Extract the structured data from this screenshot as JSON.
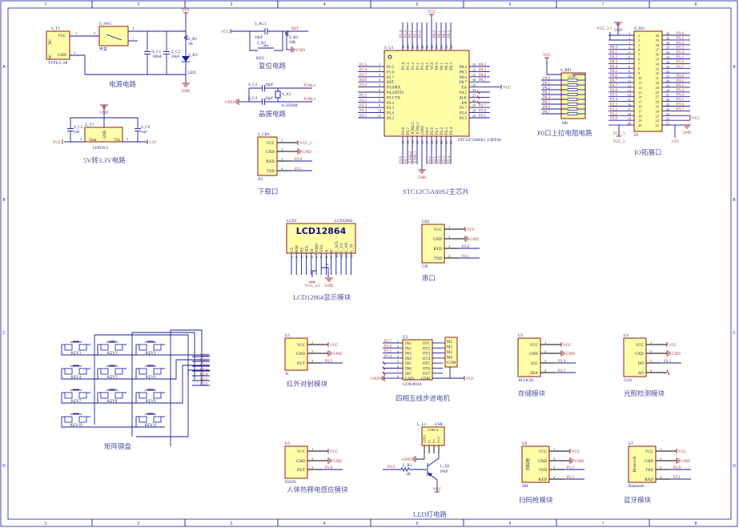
{
  "colors": {
    "wire": "#1a1a9c",
    "pin_wire": "#000000",
    "part_border": "#8b1a1a",
    "part_fill": "#ffffa8",
    "net": "#a03030",
    "title": "#5050a0"
  },
  "frame": {
    "columns": [
      "1",
      "2",
      "3",
      "4",
      "5",
      "6",
      "7",
      "8"
    ],
    "rows": [
      "A",
      "B",
      "C",
      "D"
    ]
  },
  "power": {
    "title": "电源电路",
    "usb_ref": "S_T1",
    "usb_part": "TYPE-C-2P",
    "usb_pins": [
      "NC",
      "NC",
      "VCC",
      "GND"
    ],
    "sw_ref": "S_SW1",
    "sw_part": "开关",
    "nums": [
      "1",
      "2",
      "3",
      "1",
      "2"
    ],
    "c1_ref": "S_C1",
    "c1_val": "100uF",
    "c2_ref": "S_C2",
    "c2_val": "10uF",
    "r1_ref": "S_R1",
    "r1_val": "1K",
    "d1_ref": "S_D1",
    "d1_val": "LED",
    "vcc": "VCC",
    "gnd": "GND"
  },
  "ldo": {
    "title": "5V转3.3V电路",
    "ref": "S_Y1",
    "part": "LDO3V3",
    "pins": [
      "Vout",
      "GND",
      "Vin"
    ],
    "nums": [
      "2",
      "1",
      "3"
    ],
    "c5_ref": "S_C5",
    "c5_val": "1uF",
    "c6_ref": "S_C6",
    "c6_val": "1uF",
    "vcc": "VCC",
    "gnd": "GND",
    "out": "3.3V"
  },
  "reset": {
    "title": "复位电路",
    "c_ref": "S_RC1",
    "c_val": "10uF",
    "k_ref": "S_K1",
    "k_val": "KEY",
    "r_ref": "S_R2",
    "r_val": "10K",
    "rst": "RST",
    "vcc": "VCC",
    "gnd": "GND"
  },
  "crystal": {
    "title": "晶振电路",
    "c3_ref": "S_C3",
    "c3_val": "30pF",
    "c4_ref": "S_C4",
    "c4_val": "30pF",
    "x_ref": "S_X1",
    "x_val": "11.0592M",
    "xtal2": "XTAL2",
    "xtal1": "XTAL1",
    "gnd": "GND"
  },
  "download": {
    "title": "下载口",
    "ref": "S_CH1",
    "part": "X2",
    "pins": [
      {
        "name": "VCC",
        "num": "1",
        "net": "VCC_5"
      },
      {
        "name": "GND",
        "num": "2",
        "net": "GND"
      },
      {
        "name": "RXD",
        "num": "3",
        "net": "P3.0"
      },
      {
        "name": "TXD",
        "num": "4",
        "net": "P3.1"
      }
    ]
  },
  "mcu": {
    "title": "STC12C5A60S2主芯片",
    "ref": "S_U1",
    "part": "STC12C5A60S2_LQFP44",
    "vcc": "VCC",
    "gnd": "GND",
    "left": [
      {
        "name": "P1.5",
        "num": "1",
        "net": "P1.5"
      },
      {
        "name": "P1.6",
        "num": "2",
        "net": "P1.6"
      },
      {
        "name": "P1.7",
        "num": "3",
        "net": "P1.7"
      },
      {
        "name": "RST",
        "num": "4",
        "net": "RST"
      },
      {
        "name": "P3.0/RX",
        "num": "5",
        "net": "P3.0"
      },
      {
        "name": "P4.3/INT2",
        "num": "6",
        "net": ""
      },
      {
        "name": "P3.1/TX",
        "num": "7",
        "net": "P3.1"
      },
      {
        "name": "P3.2",
        "num": "8",
        "net": "P3.2"
      },
      {
        "name": "P3.3",
        "num": "9",
        "net": "P3.3"
      },
      {
        "name": "P3.4",
        "num": "10",
        "net": "P3.4"
      },
      {
        "name": "P3.5",
        "num": "11",
        "net": "P3.5"
      }
    ],
    "right": [
      {
        "name": "P0.4",
        "num": "33",
        "net": "P0.4"
      },
      {
        "name": "P0.5",
        "num": "32",
        "net": "P0.5"
      },
      {
        "name": "P0.6",
        "num": "31",
        "net": "P0.6"
      },
      {
        "name": "P0.7",
        "num": "30",
        "net": "P0.7"
      },
      {
        "name": "EA",
        "num": "29",
        "net": "VCC"
      },
      {
        "name": "P4.1",
        "num": "28",
        "net": ""
      },
      {
        "name": "ALE",
        "num": "27",
        "net": ""
      },
      {
        "name": "EN",
        "num": "26",
        "net": ""
      },
      {
        "name": "P2.7",
        "num": "25",
        "net": "P2.7"
      },
      {
        "name": "P2.6",
        "num": "24",
        "net": "P2.6"
      },
      {
        "name": "P2.5",
        "num": "23",
        "net": "P2.5"
      }
    ],
    "top": [
      {
        "name": "P1.4",
        "num": "44",
        "net": "P1.4"
      },
      {
        "name": "P1.3",
        "num": "43",
        "net": "P1.3"
      },
      {
        "name": "P1.2",
        "num": "42",
        "net": "P1.2"
      },
      {
        "name": "P1.1",
        "num": "41",
        "net": "P1.1"
      },
      {
        "name": "P1.0",
        "num": "40",
        "net": "P1.0"
      },
      {
        "name": "P4.2",
        "num": "39",
        "net": ""
      },
      {
        "name": "VCC",
        "num": "38",
        "net": "VCC"
      },
      {
        "name": "P0.0",
        "num": "37",
        "net": "P0.0"
      },
      {
        "name": "P0.1",
        "num": "36",
        "net": "P0.1"
      },
      {
        "name": "P0.2",
        "num": "35",
        "net": "P0.2"
      },
      {
        "name": "P0.3",
        "num": "34",
        "net": "P0.3"
      }
    ],
    "bottom": [
      {
        "name": "P3.6",
        "num": "12",
        "net": "P3.6"
      },
      {
        "name": "P3.7",
        "num": "13",
        "net": "P3.7"
      },
      {
        "name": "XTAL2",
        "num": "14",
        "net": "XTAL2"
      },
      {
        "name": "XTAL1",
        "num": "15",
        "net": "XTAL1"
      },
      {
        "name": "GND",
        "num": "16",
        "net": "GND"
      },
      {
        "name": "P4.0",
        "num": "17",
        "net": ""
      },
      {
        "name": "P2.0",
        "num": "18",
        "net": "P2.0"
      },
      {
        "name": "P2.1",
        "num": "19",
        "net": "P2.1"
      },
      {
        "name": "P2.2",
        "num": "20",
        "net": "P2.2"
      },
      {
        "name": "P2.3",
        "num": "21",
        "net": "P2.3"
      },
      {
        "name": "P2.4",
        "num": "22",
        "net": "P2.4"
      }
    ]
  },
  "pullup": {
    "title": "P0口上拉电阻电路",
    "ref": "S_RP1",
    "part": "10K",
    "com": "Com",
    "vcc": "VCC",
    "nets": [
      "P0.0",
      "P0.1",
      "P0.2",
      "P0.3",
      "P0.4",
      "P0.5",
      "P0.6",
      "P0.7"
    ]
  },
  "io": {
    "title": "IO拓展口",
    "ref": "S_JD1",
    "part": "IO",
    "gnd": "GND",
    "vcc33": "VCC_3.3",
    "vcc5": "VCC_5",
    "vcc": "VCC",
    "out33": "3.3V",
    "left_nums": [
      "1",
      "2",
      "3",
      "4",
      "5",
      "6",
      "7",
      "8",
      "9",
      "10",
      "11",
      "12",
      "13",
      "14",
      "15",
      "16",
      "17",
      "18",
      "19",
      "20"
    ],
    "right_nums": [
      "40",
      "39",
      "38",
      "37",
      "36",
      "35",
      "34",
      "33",
      "32",
      "31",
      "30",
      "29",
      "28",
      "27",
      "26",
      "25",
      "24",
      "23",
      "22",
      "21"
    ],
    "left_nets": [
      "",
      "",
      "",
      "P0.0",
      "P0.1",
      "P0.2",
      "P0.3",
      "P0.4",
      "P0.5",
      "P0.6",
      "P0.7",
      "P2.7",
      "P2.6",
      "P2.5",
      "P2.4",
      "P2.3",
      "P2.2",
      "P2.1",
      "P2.0",
      ""
    ],
    "right_nets": [
      "P1.0",
      "P1.1",
      "P1.2",
      "P1.3",
      "P1.4",
      "P1.5",
      "P1.6",
      "P1.7",
      "",
      "P3.0",
      "P3.1",
      "P3.2",
      "P3.3",
      "P3.4",
      "P3.5",
      "P3.6",
      "P3.7",
      "",
      "",
      ""
    ]
  },
  "lcd": {
    "title": "LCD12864显示模块",
    "ref": "LCD1",
    "part": "LCD12864",
    "label": "LCD12864",
    "pins": [
      "CS",
      "RSE",
      "RS",
      "SCL",
      "SI",
      "VDD",
      "VSS",
      "A",
      "K",
      "C_SCL",
      "C_CS",
      "C_SO",
      "C_SI"
    ],
    "nums": [
      "1",
      "2",
      "3",
      "4",
      "5",
      "6",
      "7",
      "8",
      "9",
      "10",
      "11",
      "12",
      "13"
    ],
    "vcc": "VCC_3.3",
    "gnd": "GND"
  },
  "serial": {
    "title": "串口",
    "ref": "CH1",
    "part": "CH",
    "pins": [
      {
        "name": "VCC",
        "num": "1",
        "net": "VCC"
      },
      {
        "name": "GND",
        "num": "2",
        "net": "GND"
      },
      {
        "name": "RXD",
        "num": "3",
        "net": "P3.0"
      },
      {
        "name": "TXD",
        "num": "4",
        "net": "P3.1"
      }
    ]
  },
  "keypad": {
    "title": "矩阵键盘",
    "keys": [
      "KEY1",
      "KEY2",
      "KEY3",
      "KEY4",
      "KEY5",
      "KEY6",
      "KEY7",
      "KEY8",
      "KEY9",
      "KEY10",
      "KEY11"
    ],
    "nets": [
      "P2.0",
      "P2.1",
      "P2.2",
      "P2.3",
      "P2.4",
      "P2.5",
      "P2.6"
    ]
  },
  "ir": {
    "title": "红外对射模块",
    "ref": "U1",
    "part": "J5",
    "pins": [
      {
        "name": "VCC",
        "num": "1",
        "net": "VCC"
      },
      {
        "name": "GND",
        "num": "2",
        "net": "GND"
      },
      {
        "name": "OUT",
        "num": "3",
        "net": "P2.5"
      }
    ]
  },
  "stepper": {
    "title": "四相五线步进电机",
    "ref": "U2",
    "part": "ULN2003A",
    "in": [
      "IN1",
      "IN2",
      "IN3",
      "IN4",
      "IN5",
      "IN6",
      "IN7",
      "GND"
    ],
    "out": [
      "OT1",
      "OT2",
      "OT3",
      "OT4",
      "OT5",
      "OT6",
      "OT7",
      "COM"
    ],
    "nums": [
      "1",
      "2",
      "3",
      "4",
      "5",
      "6",
      "7",
      "8"
    ],
    "nets": [
      "P1.7",
      "P1.6",
      "P1.5",
      "P1.4"
    ],
    "motor": [
      "M1",
      "M2",
      "M3",
      "M4",
      "COM"
    ],
    "gnd": "GND",
    "vcc": "VCC"
  },
  "storage": {
    "title": "存储模块",
    "ref": "U3",
    "part": "AT24C02",
    "pins": [
      {
        "name": "VCC",
        "num": "1",
        "net": "VCC"
      },
      {
        "name": "GND",
        "num": "2",
        "net": "GND"
      },
      {
        "name": "SCL",
        "num": "3",
        "net": "P3.4"
      },
      {
        "name": "SDA",
        "num": "4",
        "net": "P3.5"
      }
    ]
  },
  "light": {
    "title": "光照检测模块",
    "ref": "U4",
    "part": "5516",
    "pins": [
      {
        "name": "VCC",
        "num": "1",
        "net": "VCC"
      },
      {
        "name": "GND",
        "num": "2",
        "net": "GND"
      },
      {
        "name": "DO",
        "num": "3",
        "net": "P2.2"
      },
      {
        "name": "AO",
        "num": "4",
        "net": ""
      }
    ]
  },
  "pir": {
    "title": "人体热释电感应模块",
    "ref": "U5",
    "part": "D203S",
    "pins": [
      {
        "name": "VCC",
        "num": "1",
        "net": "VCC"
      },
      {
        "name": "GND",
        "num": "2",
        "net": "GND"
      },
      {
        "name": "OUT",
        "num": "3",
        "net": "P1.0"
      }
    ]
  },
  "led": {
    "title": "LED灯电路",
    "ref": "L_L1",
    "part": "USB",
    "label": "USB-A",
    "pins": [
      "GND",
      "D-",
      "D+",
      "VCC"
    ],
    "r_ref": "L_R1",
    "r_val": "1K",
    "q_ref": "L_Q1",
    "q_val": "PNP",
    "net": "P3.6",
    "gnd": "GND",
    "vcc": "VCC"
  },
  "scanner": {
    "title": "扫码枪模块",
    "ref": "U6",
    "part": "SM",
    "inner": "扫码枪",
    "pins": [
      {
        "name": "VCC",
        "num": "1",
        "net": "VCC"
      },
      {
        "name": "GND",
        "num": "2",
        "net": "GND"
      },
      {
        "name": "TXD",
        "num": "3",
        "net": "P1.2"
      },
      {
        "name": "RXD",
        "num": "4",
        "net": "P1.3"
      }
    ]
  },
  "bluetooth": {
    "title": "蓝牙模块",
    "ref": "U7",
    "part": "Bluetooth",
    "inner": "Bluetooth",
    "pins": [
      {
        "name": "VCC",
        "num": "1",
        "net": "VCC"
      },
      {
        "name": "GND",
        "num": "2",
        "net": "GND"
      },
      {
        "name": "TXD",
        "num": "3",
        "net": "P3.0"
      },
      {
        "name": "RXD",
        "num": "4",
        "net": "P3.1"
      }
    ]
  }
}
